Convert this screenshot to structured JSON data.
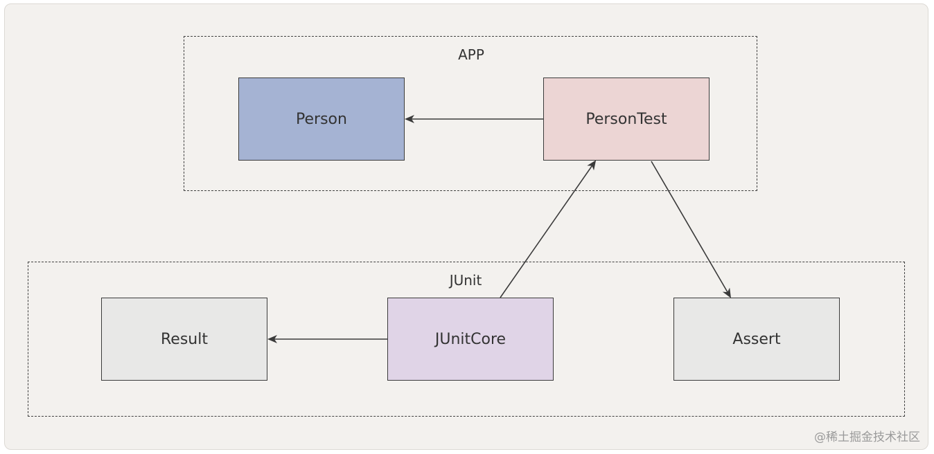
{
  "groups": {
    "app": {
      "label": "APP"
    },
    "junit": {
      "label": "JUnit"
    }
  },
  "nodes": {
    "person": {
      "label": "Person",
      "fill": "#a5b3d3"
    },
    "person_test": {
      "label": "PersonTest",
      "fill": "#ecd5d4"
    },
    "result": {
      "label": "Result",
      "fill": "#e8e8e7"
    },
    "junit_core": {
      "label": "JUnitCore",
      "fill": "#e0d4e7"
    },
    "assert": {
      "label": "Assert",
      "fill": "#e8e8e7"
    }
  },
  "edges": [
    {
      "from": "PersonTest",
      "to": "Person"
    },
    {
      "from": "JUnitCore",
      "to": "PersonTest"
    },
    {
      "from": "PersonTest",
      "to": "Assert"
    },
    {
      "from": "JUnitCore",
      "to": "Result"
    }
  ],
  "colors": {
    "background": "#f3f1ee",
    "stroke": "#3a3a3a"
  },
  "watermark": "@稀土掘金技术社区"
}
